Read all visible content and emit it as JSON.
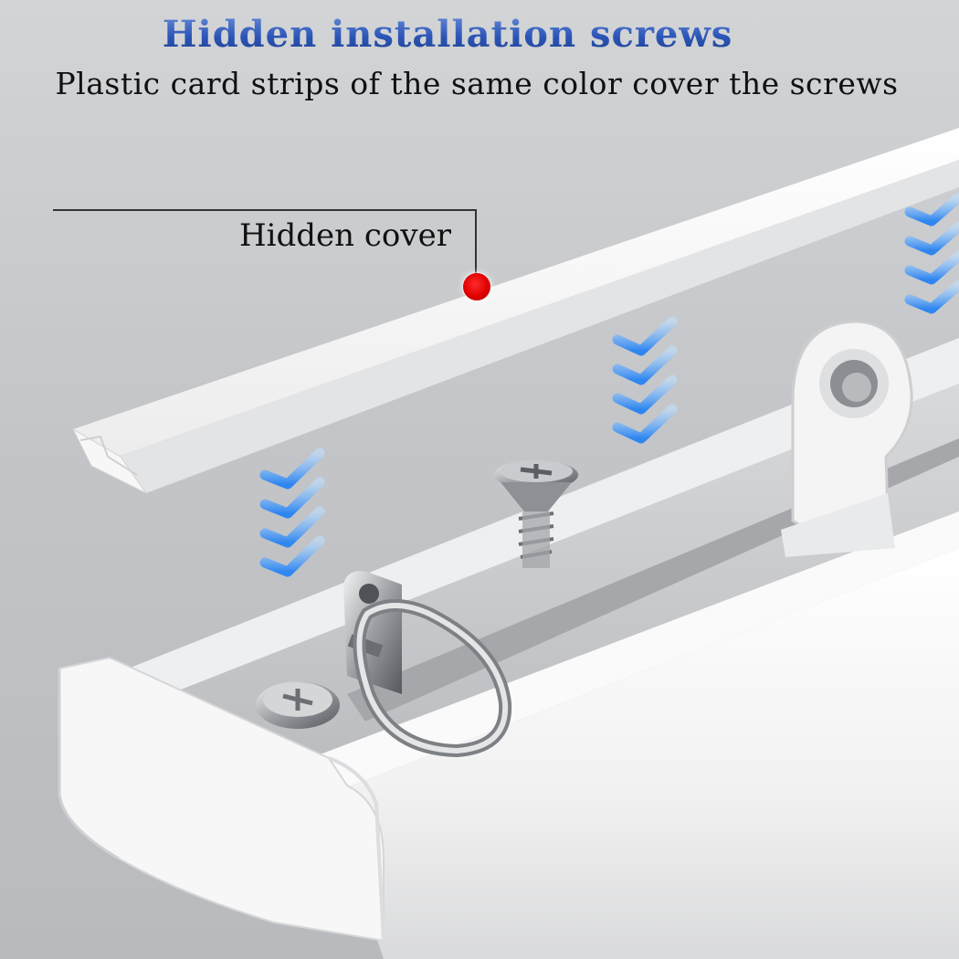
{
  "header": {
    "title": "Hidden installation screws",
    "subtitle": "Plastic card strips of the same color cover the screws"
  },
  "callout": {
    "label": "Hidden cover"
  },
  "colors": {
    "title_blue": "#2c56b8",
    "marker_red": "#e00000",
    "arrow_blue": "#3d8ff0",
    "rail_white": "#f6f6f6",
    "background_gray": "#c6c8cb"
  },
  "icons": [
    "down-chevron-arrows-icon",
    "screw-icon",
    "eyelet-hook-icon",
    "oval-ring-icon"
  ]
}
